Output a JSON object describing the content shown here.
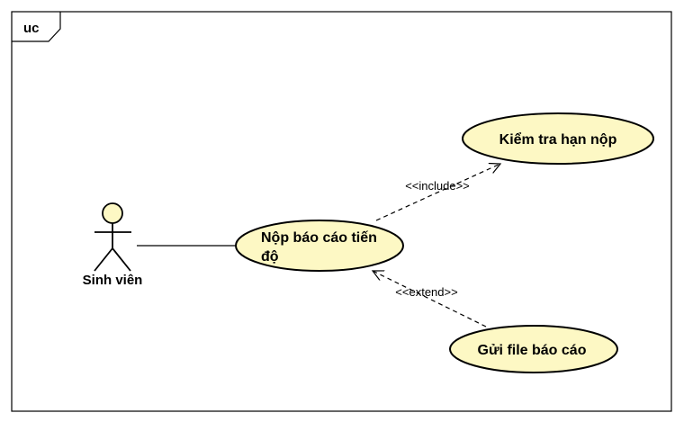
{
  "frame": {
    "tag": "uc"
  },
  "actor": {
    "name": "Sinh viên"
  },
  "usecases": {
    "submit": {
      "line1": "Nộp báo cáo tiến",
      "line2": "độ"
    },
    "check": {
      "label": "Kiểm tra hạn nộp"
    },
    "send": {
      "label": "Gửi file báo cáo"
    }
  },
  "relations": {
    "include": "<<include>>",
    "extend": "<<extend>>"
  },
  "colors": {
    "usecase_fill": "#fdf8c4",
    "actor_head_fill": "#fdf8c4",
    "line": "#000000"
  }
}
